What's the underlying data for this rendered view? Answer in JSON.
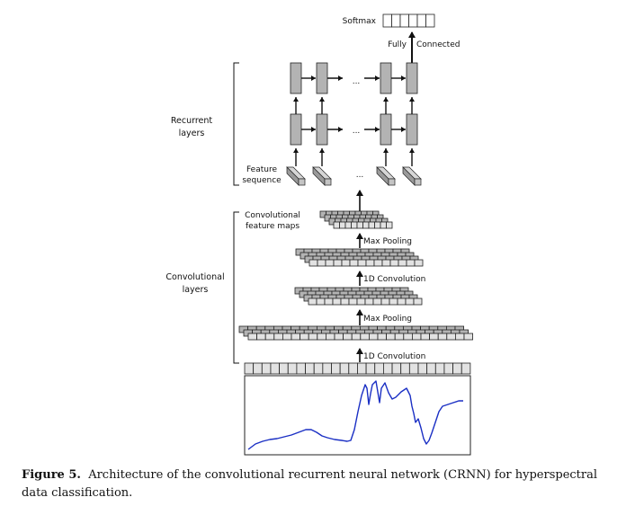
{
  "labels": {
    "softmax": "Softmax",
    "fully": "Fully",
    "connected": "Connected",
    "recurrent_1": "Recurrent",
    "recurrent_2": "layers",
    "feature_seq_1": "Feature",
    "feature_seq_2": "sequence",
    "conv_maps_1": "Convolutional",
    "conv_maps_2": "feature maps",
    "max_pooling_top": "Max Pooling",
    "conv_1d_mid": "1D Convolution",
    "max_pooling_bottom": "Max Pooling",
    "conv_1d_bottom": "1D Convolution",
    "conv_layers_1": "Convolutional",
    "conv_layers_2": "layers",
    "ellipsis": "..."
  },
  "caption": {
    "label": "Figure 5.",
    "text": "Architecture of the convolutional recurrent neural network (CRNN) for hyperspectral data classification."
  },
  "colors": {
    "spectrum_line": "#1a2fc4",
    "cell_fill": "#e2e2e2",
    "block_fill": "#b3b3b3",
    "stroke": "#222222"
  }
}
